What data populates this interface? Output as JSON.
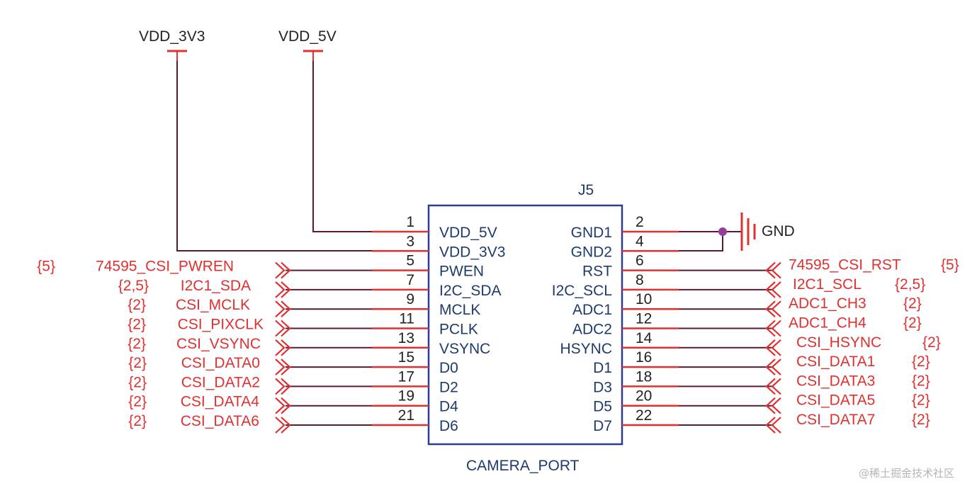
{
  "component": {
    "ref": "J5",
    "name": "CAMERA_PORT",
    "body_color": "#2b3f8e"
  },
  "colors": {
    "pin": "#e03030",
    "wire": "#5a1a32",
    "net_label": "#e03030",
    "pin_name": "#1f3a6e",
    "junction": "#9b3b9b"
  },
  "power": {
    "vdd_3v3": "VDD_3V3",
    "vdd_5v": "VDD_5V",
    "gnd": "GND"
  },
  "left_pins": [
    {
      "num": "1",
      "name": "VDD_5V",
      "net": "",
      "ref": ""
    },
    {
      "num": "3",
      "name": "VDD_3V3",
      "net": "",
      "ref": ""
    },
    {
      "num": "5",
      "name": "PWEN",
      "net": "74595_CSI_PWREN",
      "ref": "{5}"
    },
    {
      "num": "7",
      "name": "I2C_SDA",
      "net": "I2C1_SDA",
      "ref": "{2,5}"
    },
    {
      "num": "9",
      "name": "MCLK",
      "net": "CSI_MCLK",
      "ref": "{2}"
    },
    {
      "num": "11",
      "name": "PCLK",
      "net": "CSI_PIXCLK",
      "ref": "{2}"
    },
    {
      "num": "13",
      "name": "VSYNC",
      "net": "CSI_VSYNC",
      "ref": "{2}"
    },
    {
      "num": "15",
      "name": "D0",
      "net": "CSI_DATA0",
      "ref": "{2}"
    },
    {
      "num": "17",
      "name": "D2",
      "net": "CSI_DATA2",
      "ref": "{2}"
    },
    {
      "num": "19",
      "name": "D4",
      "net": "CSI_DATA4",
      "ref": "{2}"
    },
    {
      "num": "21",
      "name": "D6",
      "net": "CSI_DATA6",
      "ref": "{2}"
    }
  ],
  "right_pins": [
    {
      "num": "2",
      "name": "GND1",
      "net": "",
      "ref": ""
    },
    {
      "num": "4",
      "name": "GND2",
      "net": "",
      "ref": ""
    },
    {
      "num": "6",
      "name": "RST",
      "net": "74595_CSI_RST",
      "ref": "{5}"
    },
    {
      "num": "8",
      "name": "I2C_SCL",
      "net": "I2C1_SCL",
      "ref": "{2,5}"
    },
    {
      "num": "10",
      "name": "ADC1",
      "net": "ADC1_CH3",
      "ref": "{2}"
    },
    {
      "num": "12",
      "name": "ADC2",
      "net": "ADC1_CH4",
      "ref": "{2}"
    },
    {
      "num": "14",
      "name": "HSYNC",
      "net": "CSI_HSYNC",
      "ref": "{2}"
    },
    {
      "num": "16",
      "name": "D1",
      "net": "CSI_DATA1",
      "ref": "{2}"
    },
    {
      "num": "18",
      "name": "D3",
      "net": "CSI_DATA3",
      "ref": "{2}"
    },
    {
      "num": "20",
      "name": "D5",
      "net": "CSI_DATA5",
      "ref": "{2}"
    },
    {
      "num": "22",
      "name": "D7",
      "net": "CSI_DATA7",
      "ref": "{2}"
    }
  ],
  "watermark": "@稀土掘金技术社区"
}
